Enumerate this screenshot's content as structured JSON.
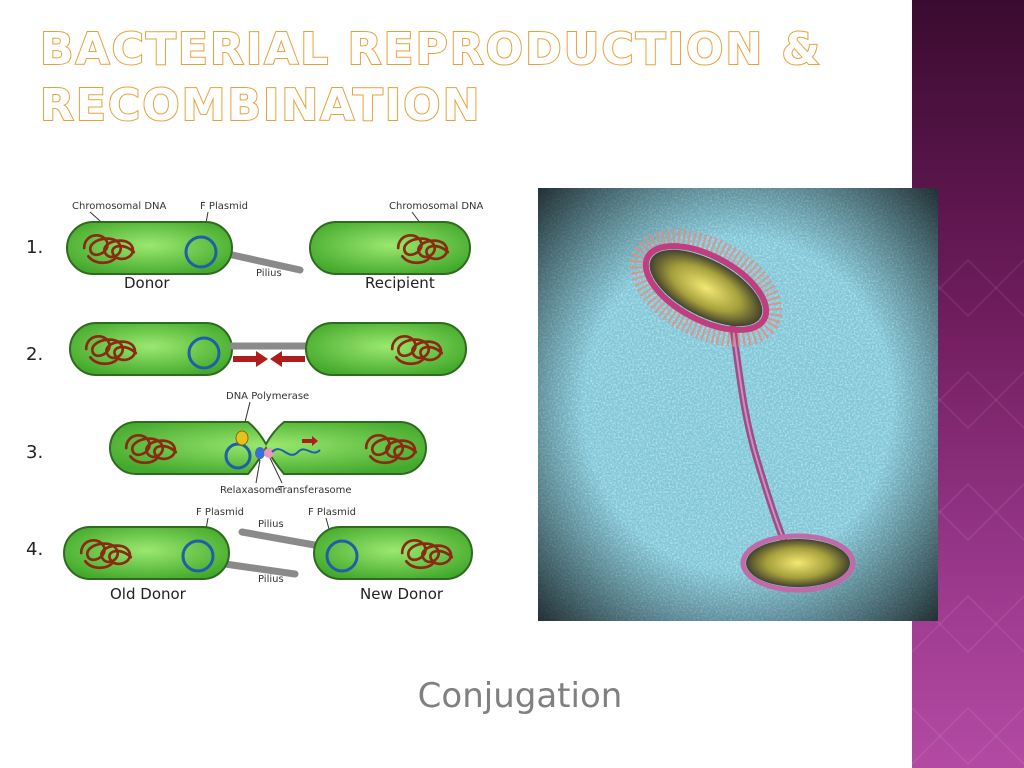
{
  "slide": {
    "title_line1": "Bacterial Reproduction &",
    "title_line2": "Recombination",
    "caption": "Conjugation"
  },
  "diagram": {
    "steps": [
      "1.",
      "2.",
      "3.",
      "4."
    ],
    "labels": {
      "chromosomal_dna": "Chromosomal DNA",
      "f_plasmid": "F Plasmid",
      "pilius": "Pilius",
      "donor": "Donor",
      "recipient": "Recipient",
      "dna_polymerase": "DNA Polymerase",
      "relaxasome": "Relaxasome",
      "transferasome": "Transferasome",
      "old_donor": "Old Donor",
      "new_donor": "New Donor"
    }
  },
  "colors": {
    "title_outline": "#e8a13a",
    "cell_fill": "#5cc43e",
    "cell_stroke": "#2f6b1f",
    "dna": "#8b2a12",
    "plasmid": "#1f5fa8",
    "pilus": "#8a8a8a",
    "arrow": "#b01c1c",
    "side_band": "#8e2f7e",
    "micrograph_bg": "#7fc7d8"
  }
}
